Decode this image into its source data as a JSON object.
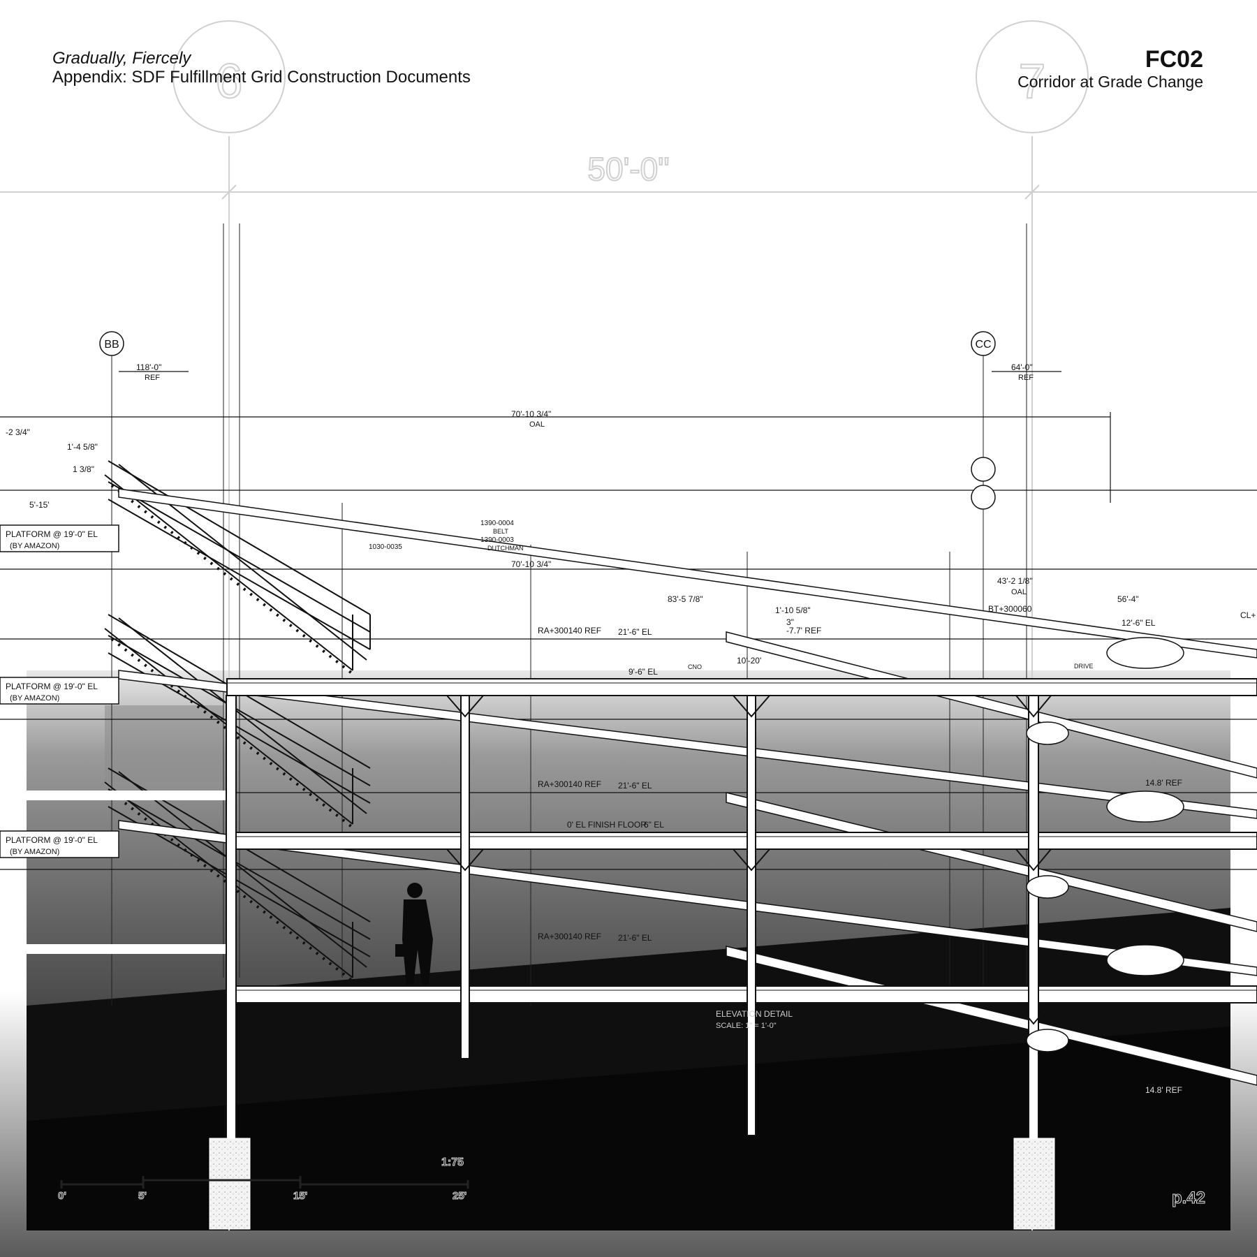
{
  "header": {
    "series": "Gradually, Fiercely",
    "appendix": "Appendix: SDF Fulfillment Grid Construction Documents",
    "sheet_code": "FC02",
    "sheet_title": "Corridor at Grade Change"
  },
  "grid": {
    "bubble_left": "6",
    "bubble_right": "7",
    "span": "50'-0\""
  },
  "annotations": {
    "grid_bb": "BB",
    "grid_cc": "CC",
    "ref_118": "118'-0\"",
    "ref_64": "64'-0\"",
    "ref": "REF",
    "oal_len": "70'-10 3/4\"",
    "oal": "OAL",
    "platform": "PLATFORM @ 19'-0\" EL",
    "by_amazon": "(BY AMAZON)",
    "dim_1_4_5_8": "1'-4 5/8\"",
    "dim_1_3_8": "1 3/8\"",
    "dim_2_3_4": "-2 3/4\"",
    "dim_5_15": "5'-15'",
    "ra_ref": "RA+300140 REF",
    "el_21_6": "21'-6\" EL",
    "el_9_6": "9'-6\" EL",
    "dim_83_5": "83'-5 7/8\"",
    "dim_1_10": "1'-10 5/8\"",
    "dim_3": "3\"",
    "ref_7_7": "-7.7' REF",
    "dim_10_20": "10'-20'",
    "dim_43_2": "43'-2 1/8\"",
    "bt_ref": "BT+300060",
    "dim_56_4": "56'-4\"",
    "el_12_6": "12'-6\" EL",
    "cl": "CL+",
    "finish_floor": "0' EL FINISH FLOOR",
    "el_6": "6\" EL",
    "ref_14_8": "14.8' REF",
    "elev_detail": "ELEVATION DETAIL",
    "scale_note": "SCALE: 1\" = 1'-0\"",
    "tag_belt": "1390-0004",
    "tag_dutchman": "1390-0003",
    "tag_typ": "1030-0035",
    "belt": "BELT",
    "dutchman": "DUTCHMAN",
    "drive": "DRIVE",
    "cno": "CNO"
  },
  "scale_bar": {
    "ratio": "1:75",
    "ticks": [
      "0'",
      "5'",
      "15'",
      "25'"
    ]
  },
  "page_number": "p.42",
  "colors": {
    "ink": "#111111",
    "paper": "#ffffff",
    "photo_dark": "#1a1a1a",
    "photo_mid": "#5e5e5e",
    "faint": "#d4d4d4"
  }
}
